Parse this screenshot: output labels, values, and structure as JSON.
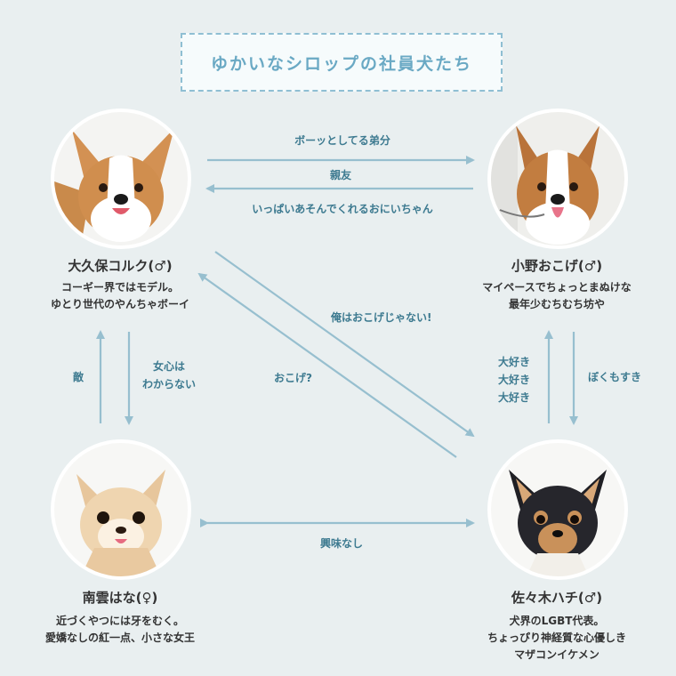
{
  "title": "ゆかいなシロップの社員犬たち",
  "dogs": {
    "corgi_kolk": {
      "name": "大久保コルク(♂)",
      "desc": [
        "コーギー界ではモデル。",
        "ゆとり世代のやんちゃボーイ"
      ]
    },
    "corgi_okoge": {
      "name": "小野おこげ(♂)",
      "desc": [
        "マイペースでちょっとまぬけな",
        "最年少むちむち坊や"
      ]
    },
    "chihuahua_hana": {
      "name": "南雲はな(♀)",
      "desc": [
        "近づくやつには牙をむく。",
        "愛嬌なしの紅一点、小さな女王"
      ]
    },
    "chihuahua_hachi": {
      "name": "佐々木ハチ(♂)",
      "desc": [
        "犬界のLGBT代表。",
        "ちょっぴり神経質な心優しき",
        "マザコンイケメン"
      ]
    }
  },
  "relations": {
    "kolk_to_okoge": "ボーッとしてる弟分",
    "mutual_top": "親友",
    "okoge_to_kolk": "いっぱいあそんでくれるおにいちゃん",
    "hachi_to_kolk_note": "俺はおこげじゃない!",
    "kolk_to_hachi_note": "おこげ?",
    "hana_to_kolk": "敵",
    "kolk_to_hana": "女心は\nわからない",
    "hachi_to_okoge": "大好き\n大好き\n大好き",
    "okoge_to_hachi": "ぼくもすき",
    "hana_hachi": "興味なし"
  },
  "colors": {
    "arrow": "#97bfcf",
    "label": "#3d7a90",
    "title": "#6aa9c4",
    "background": "#e9eff0"
  }
}
